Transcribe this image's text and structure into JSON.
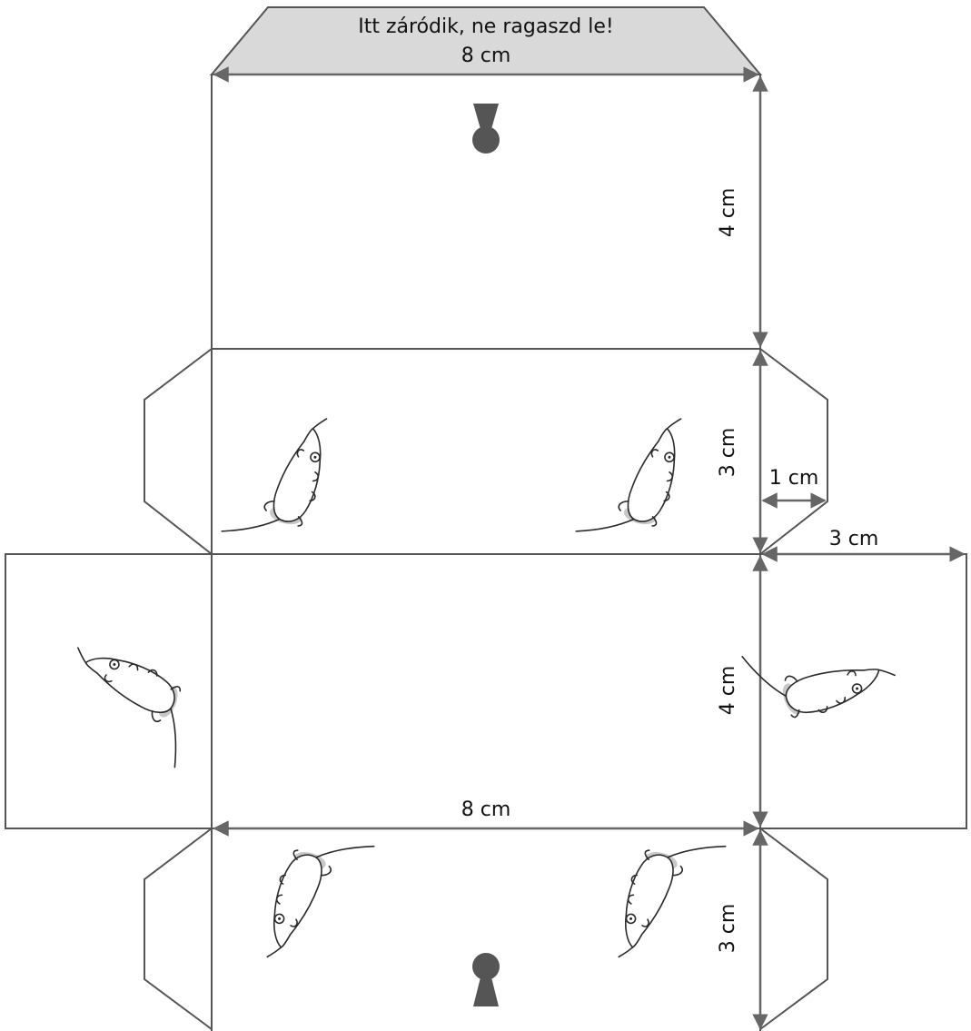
{
  "labels": {
    "closure_note": "Itt záródik, ne ragaszd le!",
    "top_width": "8 cm",
    "lid_height": "4 cm",
    "side_height": "3 cm",
    "flap_width": "1 cm",
    "end_width": "3 cm",
    "body_height": "4 cm",
    "base_width": "8 cm",
    "bottom_side_height": "3 cm"
  },
  "colors": {
    "closure_flap_fill": "#d9d9d9",
    "outline": "#555555",
    "arrow": "#666666",
    "keyhole": "#555555"
  },
  "icons": [
    "keyhole-icon",
    "mouse-illustration"
  ]
}
